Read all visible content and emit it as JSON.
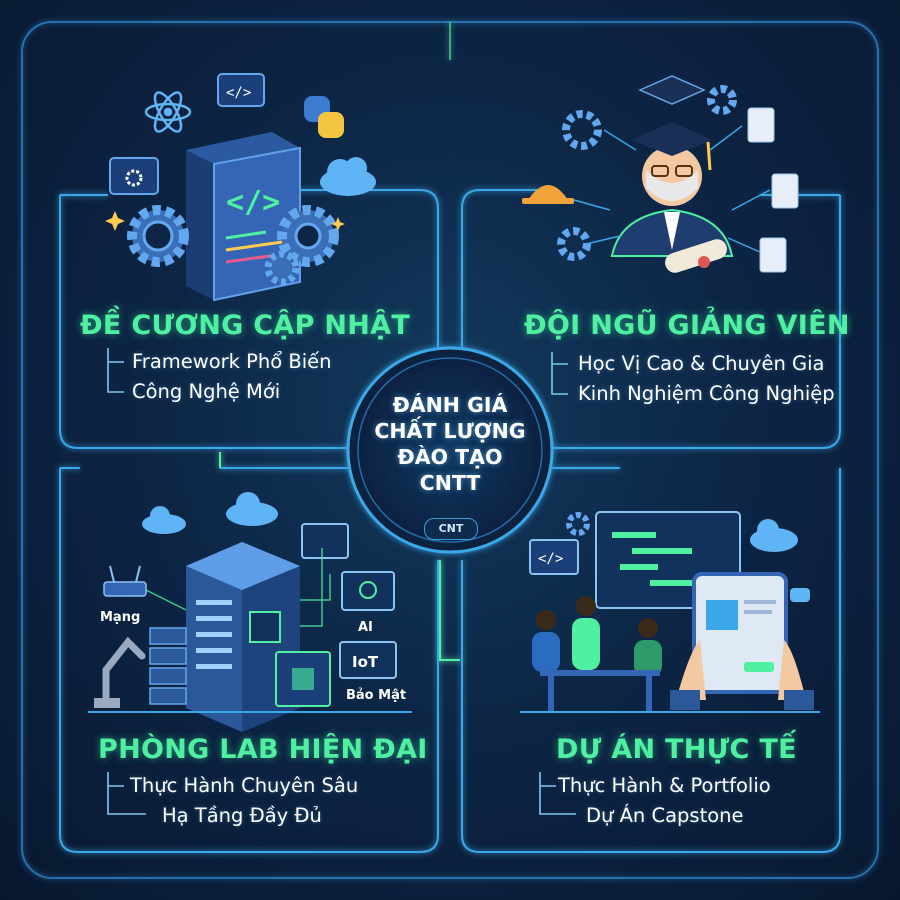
{
  "center": {
    "lines": [
      "ĐÁNH GIÁ",
      "CHẤT LƯỢNG",
      "ĐÀO TẠO",
      "CNTT"
    ],
    "badge": "CNT"
  },
  "quadrants": [
    {
      "title": "ĐỀ CƯƠNG CẬP NHẬT",
      "items": [
        "Framework Phổ Biến",
        "Công Nghệ Mới"
      ]
    },
    {
      "title": "ĐỘI NGŨ GIẢNG VIÊN",
      "items": [
        "Học Vị Cao & Chuyên Gia",
        "Kinh Nghiệm Công Nghiệp"
      ]
    },
    {
      "title": "PHÒNG LAB HIỆN ĐẠI",
      "items": [
        "Thực Hành Chuyên Sâu",
        "Hạ Tầng Đầy Đủ"
      ],
      "labels": [
        "Mạng",
        "AI",
        "IoT",
        "Bảo Mật"
      ]
    },
    {
      "title": "DỰ ÁN THỰC TẾ",
      "items": [
        "Thực Hành & Portfolio",
        "Dự Án Capstone"
      ]
    }
  ],
  "colors": {
    "accent_green": "#4ff0a2",
    "accent_blue": "#3aa8e8",
    "background": "#0a1a33"
  }
}
